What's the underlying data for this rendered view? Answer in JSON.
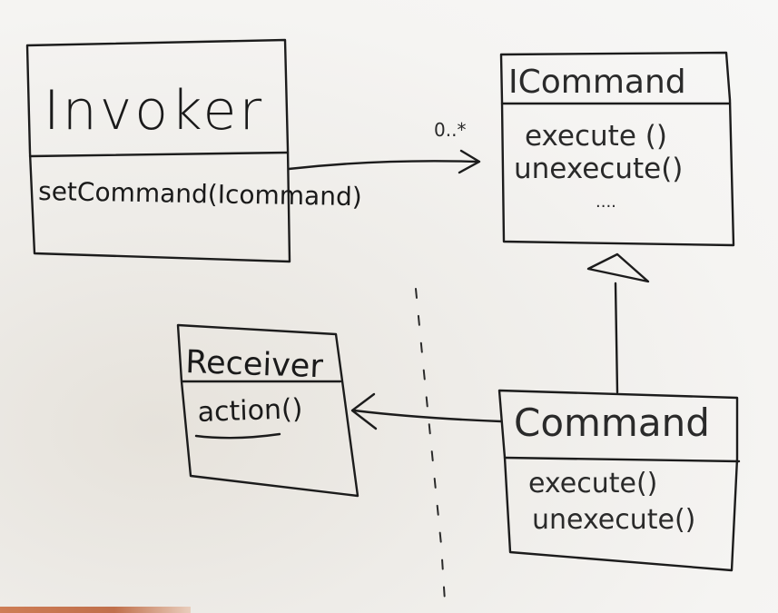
{
  "diagram": {
    "invoker": {
      "name": "Invoker",
      "methods": [
        "setCommand(Icommand)"
      ]
    },
    "icommand": {
      "name": "ICommand",
      "methods": [
        "execute ()",
        "unexecute()",
        "...."
      ]
    },
    "receiver": {
      "name": "Receiver",
      "methods": [
        "action()"
      ]
    },
    "command": {
      "name": "Command",
      "methods": [
        "execute()",
        "unexecute()"
      ]
    },
    "association_multiplicity": "0..*"
  },
  "colors": {
    "ink": "#1c1c1c",
    "board": "#f3f2ef"
  }
}
